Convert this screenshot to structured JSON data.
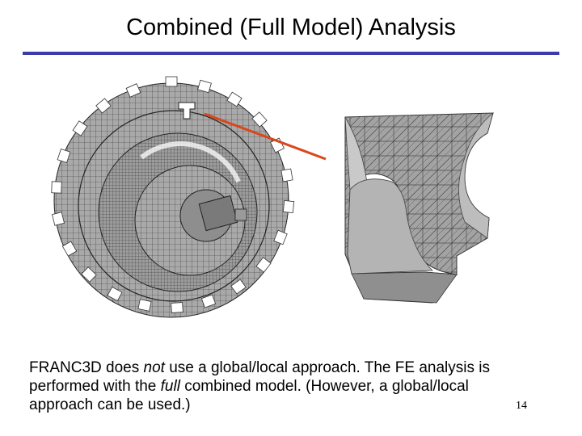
{
  "slide": {
    "title": "Combined (Full Model) Analysis",
    "body_parts": [
      "FRANC3D does ",
      "not",
      " use a global/local approach.  The FE analysis is performed with the ",
      "full",
      " combined model. (However, a global/local approach can be used.)"
    ],
    "page_number": "14"
  },
  "colors": {
    "accent_rule": "#3b3bab",
    "callout_line": "#d9481c",
    "mesh_gray": "#9a9a9a"
  }
}
